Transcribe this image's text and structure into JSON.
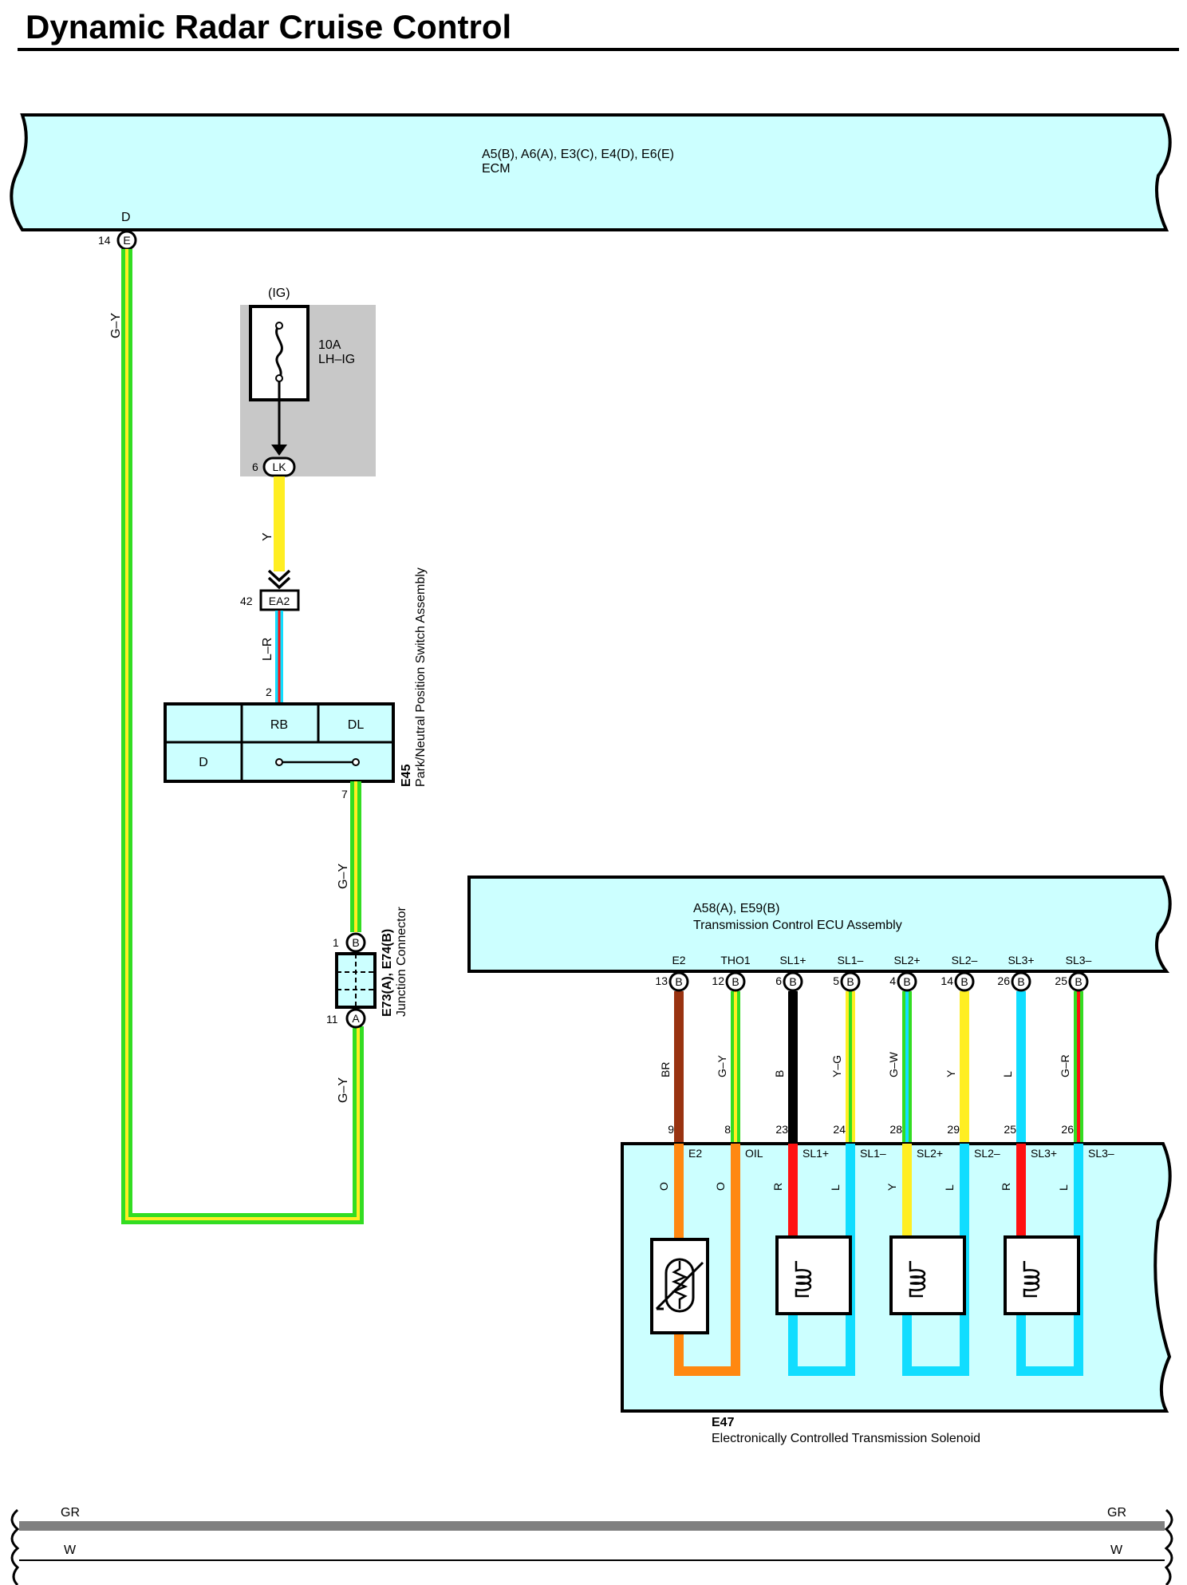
{
  "title": "Dynamic Radar Cruise Control",
  "ecm": {
    "connectors": "A5(B), A6(A), E3(C), E4(D), E6(E)",
    "name": "ECM",
    "pin_side": "D",
    "pin_num": "14",
    "pin_conn": "E"
  },
  "fuse": {
    "ig": "(IG)",
    "rating": "10A",
    "name": "LH–IG",
    "pin_num": "6",
    "pin_conn": "LK"
  },
  "ea2": {
    "num": "42",
    "name": "EA2"
  },
  "pnp": {
    "code": "E45",
    "name": "Park/Neutral Position Switch Assembly",
    "pin_in": "2",
    "pin_out": "7",
    "cells": [
      "RB",
      "DL",
      "D"
    ]
  },
  "jc": {
    "code": "E73(A), E74(B)",
    "name": "Junction Connector",
    "pin_top_num": "1",
    "pin_top_conn": "B",
    "pin_bot_num": "11",
    "pin_bot_conn": "A"
  },
  "wires_left": {
    "ecm_out": "G–Y",
    "fuse_out": "Y",
    "ea2_out": "L–R",
    "pnp_out": "G–Y",
    "jc_out": "G–Y"
  },
  "tcu": {
    "connectors": "A58(A), E59(B)",
    "name": "Transmission Control ECU Assembly",
    "pins": [
      {
        "label": "E2",
        "num": "13",
        "conn": "B"
      },
      {
        "label": "THO1",
        "num": "12",
        "conn": "B"
      },
      {
        "label": "SL1+",
        "num": "6",
        "conn": "B"
      },
      {
        "label": "SL1–",
        "num": "5",
        "conn": "B"
      },
      {
        "label": "SL2+",
        "num": "4",
        "conn": "B"
      },
      {
        "label": "SL2–",
        "num": "14",
        "conn": "B"
      },
      {
        "label": "SL3+",
        "num": "26",
        "conn": "B"
      },
      {
        "label": "SL3–",
        "num": "25",
        "conn": "B"
      }
    ]
  },
  "tcu_wires": [
    "BR",
    "G–Y",
    "B",
    "Y–G",
    "G–W",
    "Y",
    "L",
    "G–R"
  ],
  "solenoid": {
    "code": "E47",
    "name": "Electronically Controlled Transmission Solenoid",
    "pins": [
      {
        "num": "9",
        "label": "E2",
        "wire": "O"
      },
      {
        "num": "8",
        "label": "OIL",
        "wire": "O"
      },
      {
        "num": "23",
        "label": "SL1+",
        "wire": "R"
      },
      {
        "num": "24",
        "label": "SL1–",
        "wire": "L"
      },
      {
        "num": "28",
        "label": "SL2+",
        "wire": "Y"
      },
      {
        "num": "29",
        "label": "SL2–",
        "wire": "L"
      },
      {
        "num": "25",
        "label": "SL3+",
        "wire": "R"
      },
      {
        "num": "26",
        "label": "SL3–",
        "wire": "L"
      }
    ]
  },
  "ground": {
    "gr_left": "GR",
    "gr_right": "GR",
    "w_left": "W",
    "w_right": "W"
  },
  "colors": {
    "box_fill": "#ccffff",
    "fuse_bg": "#c8c8c8",
    "green": "#33dd22",
    "yellow": "#ffee22",
    "brown": "#993311",
    "black": "#000000",
    "red": "#ff1111",
    "cyan": "#11ddff",
    "orange": "#ff8811",
    "gray": "#808080"
  }
}
